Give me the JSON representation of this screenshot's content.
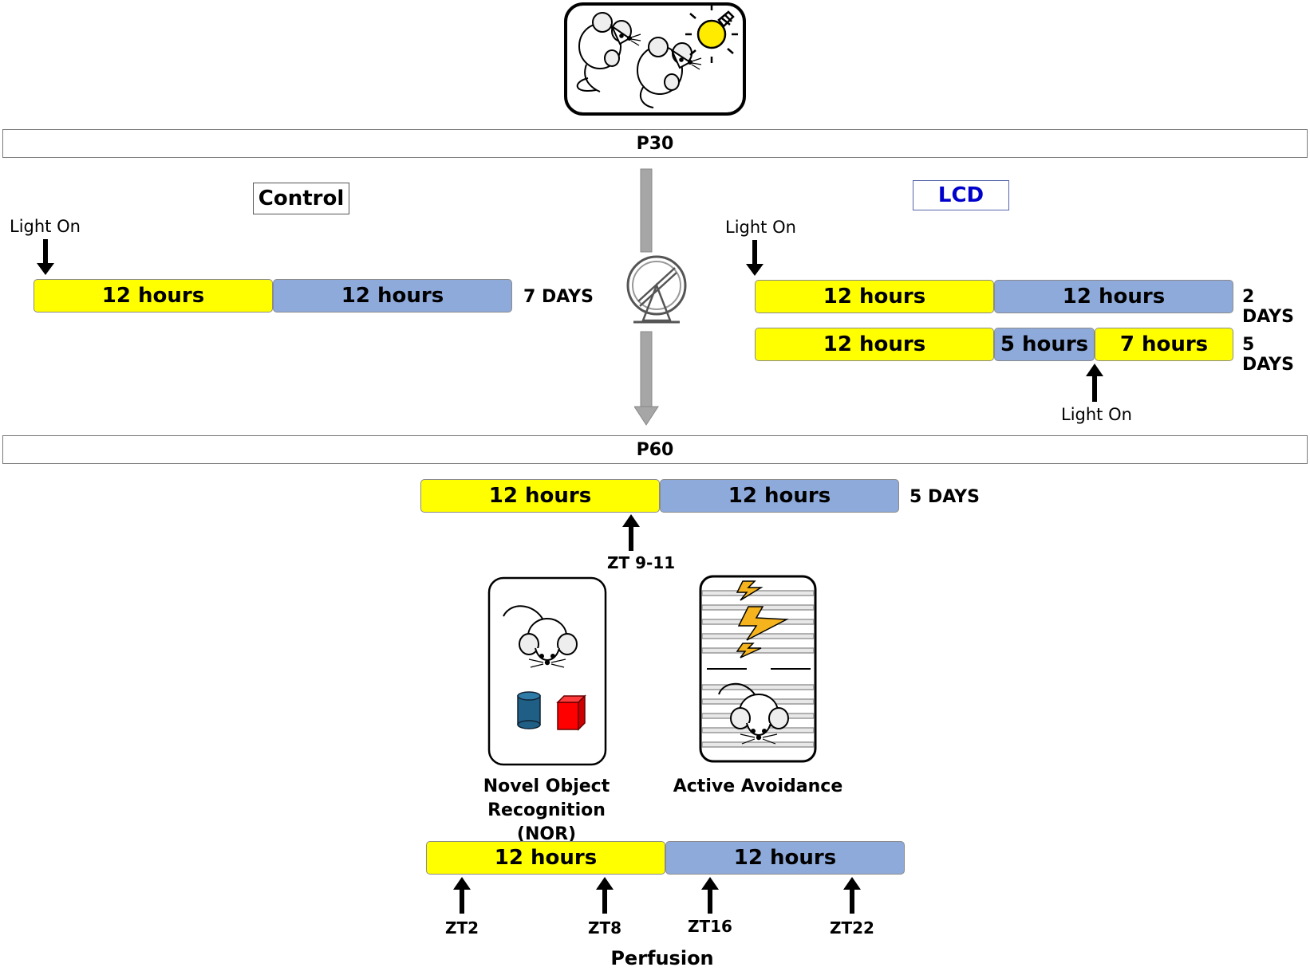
{
  "bands": {
    "p30": "P30",
    "p60": "P60"
  },
  "control": {
    "title": "Control",
    "light_on": "Light On",
    "seg1": "12 hours",
    "seg2": "12 hours",
    "days": "7 DAYS"
  },
  "lcd": {
    "title": "LCD",
    "title_color": "#0000cc",
    "light_on_top": "Light On",
    "row1": {
      "seg1": "12 hours",
      "seg2": "12 hours",
      "days": "2 DAYS"
    },
    "row2": {
      "seg1": "12 hours",
      "seg2": "5 hours",
      "seg3": "7 hours",
      "days": "5 DAYS"
    },
    "light_on_bottom": "Light On"
  },
  "p60_schedule": {
    "seg1": "12 hours",
    "seg2": "12 hours",
    "days": "5 DAYS",
    "zt": "ZT 9-11"
  },
  "tests": {
    "nor": {
      "line1": "Novel Object Recognition",
      "line2": "(NOR)"
    },
    "aa": "Active Avoidance"
  },
  "perfusion": {
    "seg1": "12 hours",
    "seg2": "12 hours",
    "zt": [
      "ZT2",
      "ZT8",
      "ZT16",
      "ZT22"
    ],
    "label": "Perfusion"
  },
  "colors": {
    "light": "#ffff00",
    "dark": "#8eaadb"
  }
}
